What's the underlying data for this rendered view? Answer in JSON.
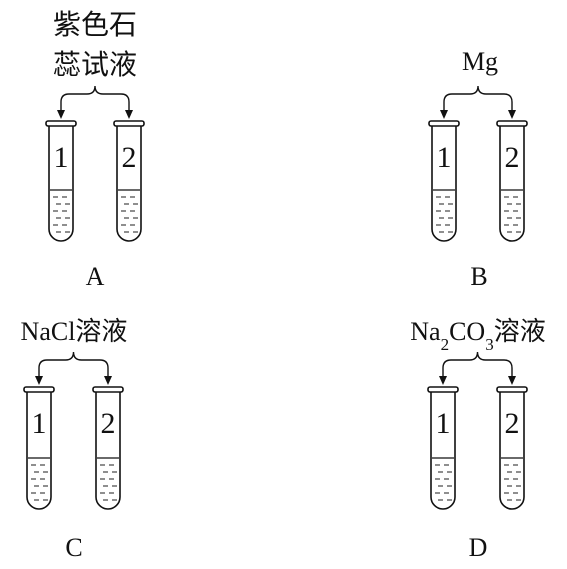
{
  "panels": [
    {
      "id": "A",
      "caption": "A",
      "reagent_lines": [
        "紫色石",
        "蕊试液"
      ],
      "tubes": [
        {
          "label": "1"
        },
        {
          "label": "2"
        }
      ]
    },
    {
      "id": "B",
      "caption": "B",
      "reagent_lines": [
        "Mg"
      ],
      "tubes": [
        {
          "label": "1"
        },
        {
          "label": "2"
        }
      ]
    },
    {
      "id": "C",
      "caption": "C",
      "reagent_lines": [
        "NaCl溶液"
      ],
      "tubes": [
        {
          "label": "1"
        },
        {
          "label": "2"
        }
      ]
    },
    {
      "id": "D",
      "caption": "D",
      "reagent_parts": [
        {
          "text": "Na",
          "sub": false
        },
        {
          "text": "2",
          "sub": true
        },
        {
          "text": "CO",
          "sub": false
        },
        {
          "text": "3",
          "sub": true
        },
        {
          "text": "溶液",
          "sub": false
        }
      ],
      "tubes": [
        {
          "label": "1"
        },
        {
          "label": "2"
        }
      ]
    }
  ]
}
